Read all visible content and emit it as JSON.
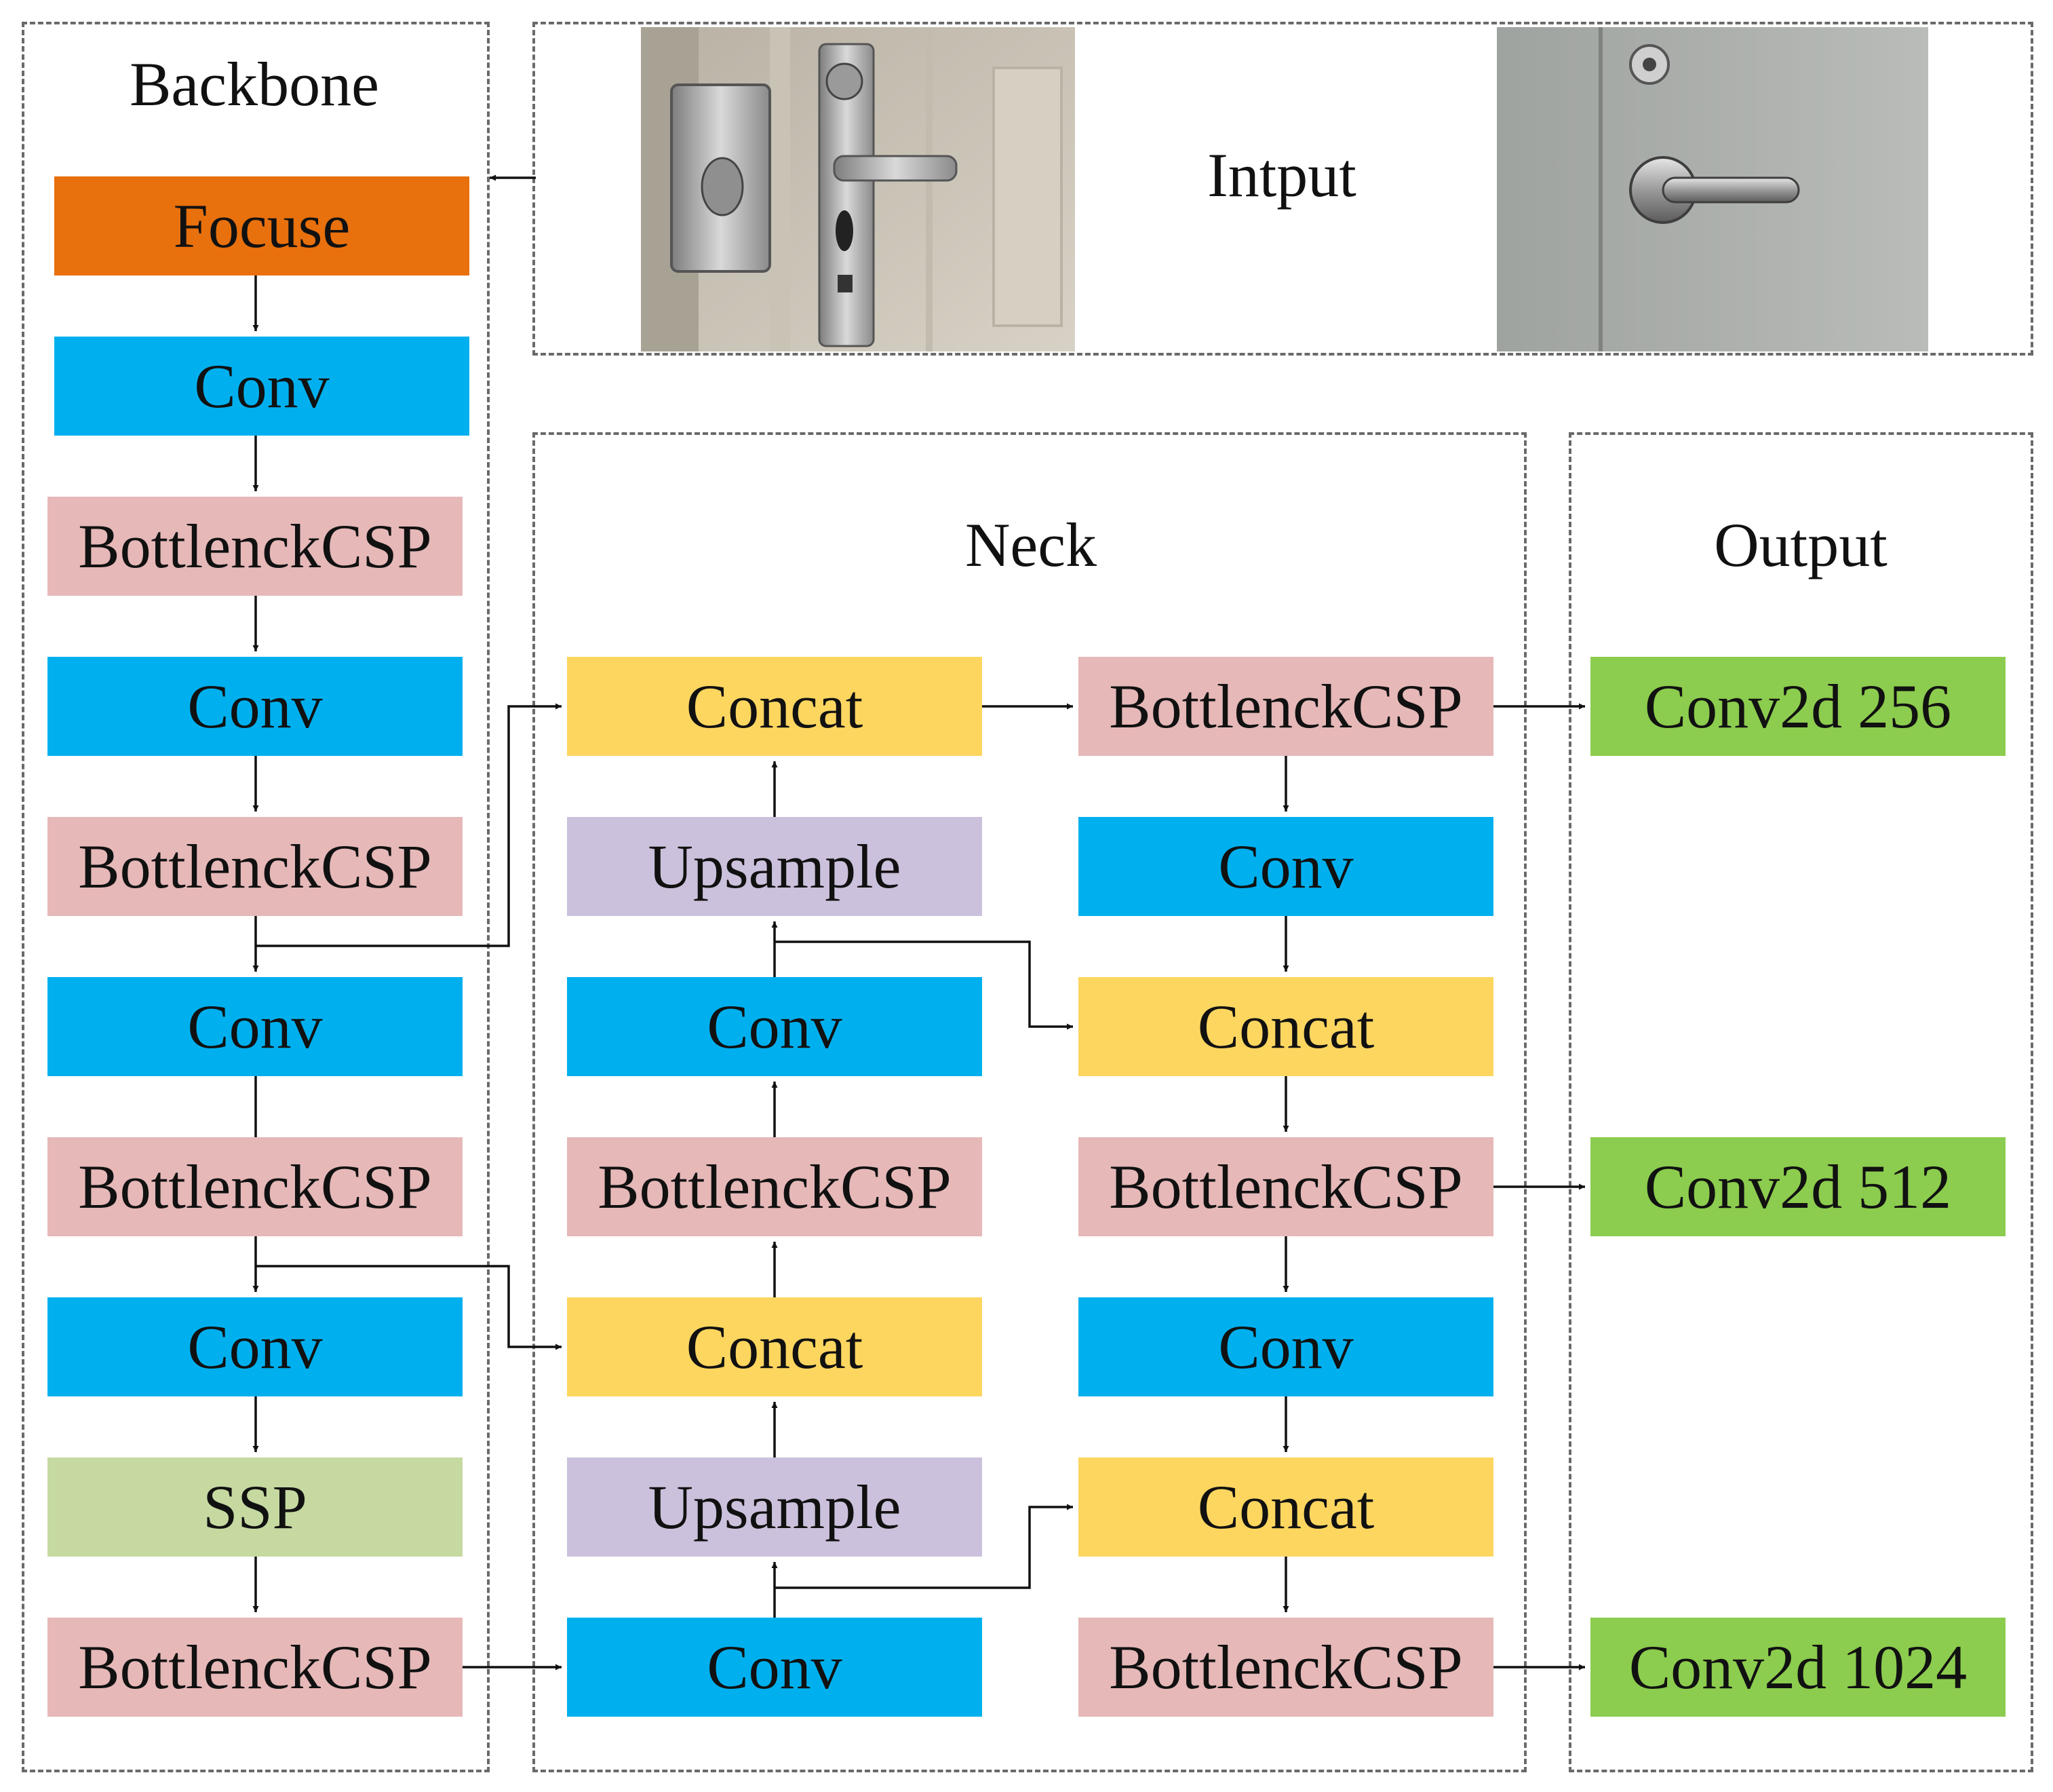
{
  "panels": {
    "backbone_title": "Backbone",
    "input_title": "Intput",
    "neck_title": "Neck",
    "output_title": "Output"
  },
  "backbone": [
    "Focuse",
    "Conv",
    "BottlenckCSP",
    "Conv",
    "BottlenckCSP",
    "Conv",
    "BottlenckCSP",
    "Conv",
    "SSP",
    "BottlenckCSP"
  ],
  "neck_left": [
    "Concat",
    "Upsample",
    "Conv",
    "BottlenckCSP",
    "Concat",
    "Upsample",
    "Conv"
  ],
  "neck_right": [
    "BottlenckCSP",
    "Conv",
    "Concat",
    "BottlenckCSP",
    "Conv",
    "Concat",
    "BottlenckCSP"
  ],
  "output": [
    "Conv2d 256",
    "Conv2d 512",
    "Conv2d 1024"
  ],
  "colors": {
    "focus": "#e8700d",
    "conv": "#00b0ee",
    "bottleneck": "#e6b8b8",
    "concat": "#fdd660",
    "upsample": "#ccc1dc",
    "ssp": "#c5d9a1",
    "output": "#8ccc4e"
  },
  "input_images": [
    "door-handle-photo-1",
    "door-handle-photo-2"
  ]
}
